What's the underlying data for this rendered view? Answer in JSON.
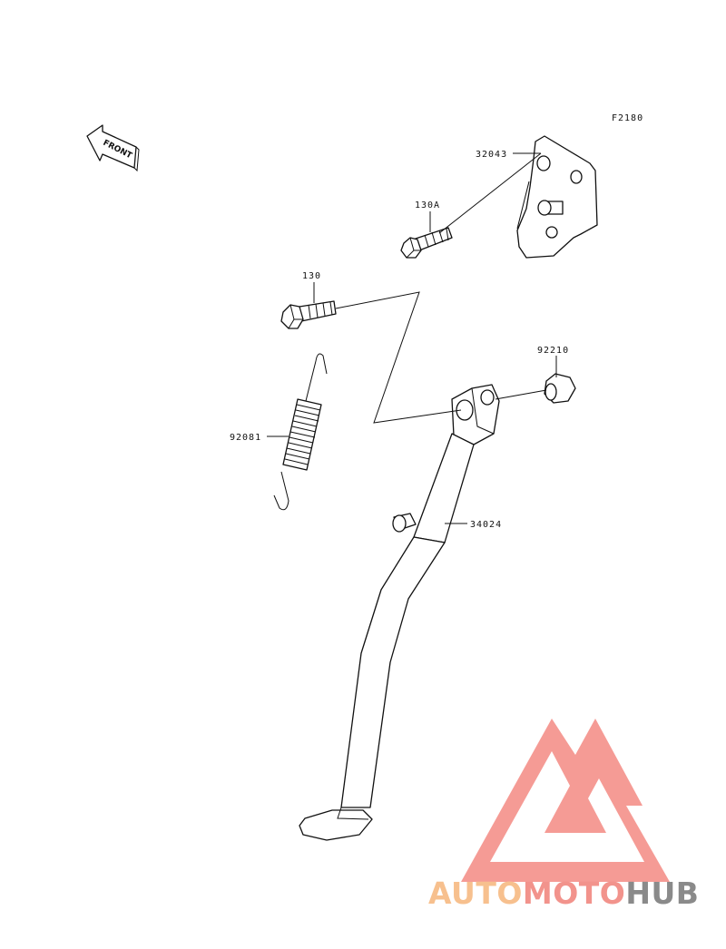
{
  "figure_code": "F2180",
  "direction_label": "FRONT",
  "parts": [
    {
      "number": "32043"
    },
    {
      "number": "130A"
    },
    {
      "number": "130"
    },
    {
      "number": "92210"
    },
    {
      "number": "92081"
    },
    {
      "number": "34024"
    }
  ],
  "watermark": {
    "text_part1": "AUTO",
    "text_part2": "MOTO",
    "text_part3": "HUB",
    "colors": {
      "auto": "#f7c08e",
      "moto": "#f2938c",
      "hub": "#8a8a8a",
      "logo": "#f4908a"
    }
  }
}
